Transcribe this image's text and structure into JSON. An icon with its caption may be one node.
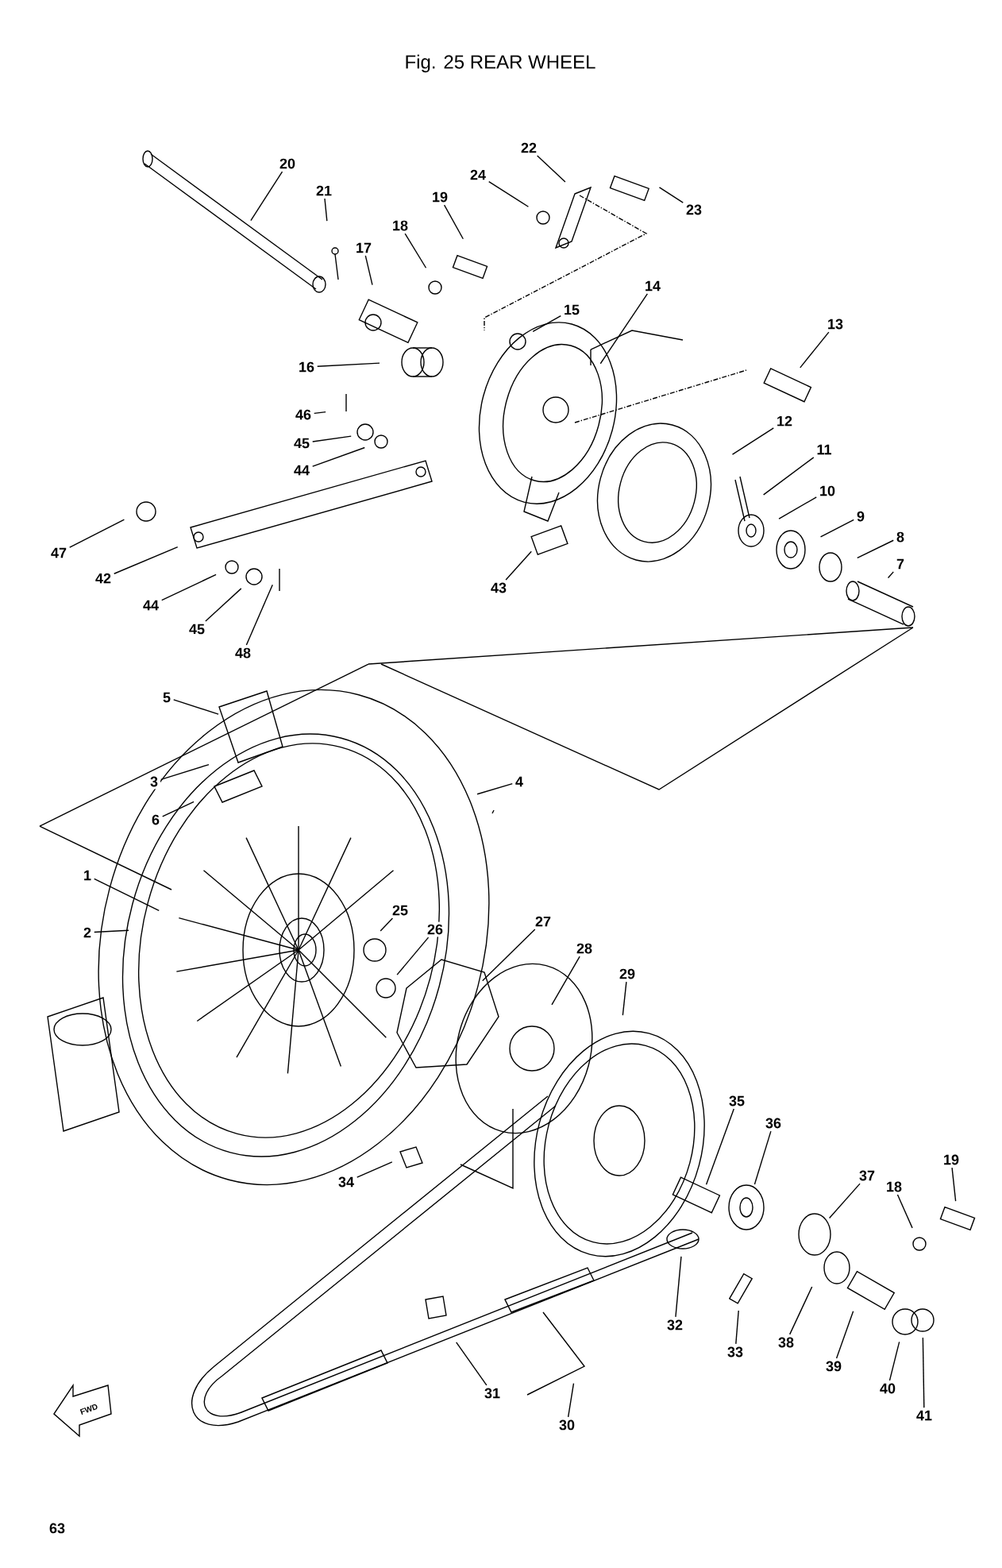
{
  "diagram": {
    "title": "Fig. 25 REAR WHEEL",
    "nodes": [
      {
        "text": [
          "20"
        ]
      },
      {
        "text": [
          "21"
        ]
      },
      {
        "text": [
          "17"
        ]
      },
      {
        "text": [
          "18"
        ]
      },
      {
        "text": [
          "19"
        ]
      },
      {
        "text": [
          "22"
        ]
      },
      {
        "text": [
          "24"
        ]
      },
      {
        "text": [
          "23"
        ]
      },
      {
        "text": [
          "15"
        ]
      },
      {
        "text": [
          "14"
        ]
      },
      {
        "text": [
          "13"
        ]
      },
      {
        "text": [
          "16"
        ]
      },
      {
        "text": [
          "46"
        ]
      },
      {
        "text": [
          "45"
        ]
      },
      {
        "text": [
          "44"
        ]
      },
      {
        "text": [
          "12"
        ]
      },
      {
        "text": [
          "11"
        ]
      },
      {
        "text": [
          "10"
        ]
      },
      {
        "text": [
          "9"
        ]
      },
      {
        "text": [
          "8"
        ]
      },
      {
        "text": [
          "7"
        ]
      },
      {
        "text": [
          "47"
        ]
      },
      {
        "text": [
          "42"
        ]
      },
      {
        "text": [
          "43"
        ]
      },
      {
        "text": [
          "44"
        ]
      },
      {
        "text": [
          "45"
        ]
      },
      {
        "text": [
          "48"
        ]
      },
      {
        "text": [
          "5"
        ]
      },
      {
        "text": [
          "3"
        ]
      },
      {
        "text": [
          "6"
        ]
      },
      {
        "text": [
          "4"
        ]
      },
      {
        "text": [
          "1"
        ]
      },
      {
        "text": [
          "2"
        ]
      },
      {
        "text": [
          "25"
        ]
      },
      {
        "text": [
          "26"
        ]
      },
      {
        "text": [
          "27"
        ]
      },
      {
        "text": [
          "28"
        ]
      },
      {
        "text": [
          "29"
        ]
      },
      {
        "text": [
          "35"
        ]
      },
      {
        "text": [
          "36"
        ]
      },
      {
        "text": [
          "34"
        ]
      },
      {
        "text": [
          "37"
        ]
      },
      {
        "text": [
          "18"
        ]
      },
      {
        "text": [
          "19"
        ]
      },
      {
        "text": [
          "32"
        ]
      },
      {
        "text": [
          "33"
        ]
      },
      {
        "text": [
          "38"
        ]
      },
      {
        "text": [
          "39"
        ]
      },
      {
        "text": [
          "40"
        ]
      },
      {
        "text": [
          "41"
        ]
      },
      {
        "text": [
          "31"
        ]
      },
      {
        "text": [
          "30"
        ]
      }
    ],
    "edges": [
      {
        "from": 0,
        "to": null,
        "arrow": "none"
      },
      {
        "from": 1,
        "to": null,
        "arrow": "none"
      },
      {
        "from": 2,
        "to": null,
        "arrow": "none"
      },
      {
        "from": 3,
        "to": null,
        "arrow": "none"
      },
      {
        "from": 4,
        "to": null,
        "arrow": "none"
      },
      {
        "from": 5,
        "to": null,
        "arrow": "none"
      },
      {
        "from": 6,
        "to": null,
        "arrow": "none"
      },
      {
        "from": 7,
        "to": null,
        "arrow": "none"
      },
      {
        "from": 8,
        "to": null,
        "arrow": "none"
      },
      {
        "from": 9,
        "to": null,
        "arrow": "none"
      },
      {
        "from": 10,
        "to": null,
        "arrow": "none"
      },
      {
        "from": 11,
        "to": null,
        "arrow": "none"
      },
      {
        "from": 12,
        "to": null,
        "arrow": "none"
      },
      {
        "from": 13,
        "to": null,
        "arrow": "none"
      },
      {
        "from": 14,
        "to": null,
        "arrow": "none"
      },
      {
        "from": 15,
        "to": null,
        "arrow": "none"
      },
      {
        "from": 16,
        "to": null,
        "arrow": "none"
      },
      {
        "from": 17,
        "to": null,
        "arrow": "none"
      },
      {
        "from": 18,
        "to": null,
        "arrow": "none"
      },
      {
        "from": 19,
        "to": null,
        "arrow": "none"
      },
      {
        "from": 20,
        "to": null,
        "arrow": "none"
      },
      {
        "from": 21,
        "to": null,
        "arrow": "none"
      },
      {
        "from": 22,
        "to": null,
        "arrow": "none"
      },
      {
        "from": 23,
        "to": null,
        "arrow": "none"
      },
      {
        "from": 24,
        "to": null,
        "arrow": "none"
      },
      {
        "from": 25,
        "to": null,
        "arrow": "none"
      },
      {
        "from": 26,
        "to": null,
        "arrow": "none"
      },
      {
        "from": 27,
        "to": null,
        "arrow": "none"
      },
      {
        "from": 28,
        "to": null,
        "arrow": "none"
      },
      {
        "from": 29,
        "to": null,
        "arrow": "none"
      },
      {
        "from": 30,
        "to": null,
        "arrow": "none"
      },
      {
        "from": 31,
        "to": null,
        "arrow": "none"
      },
      {
        "from": 32,
        "to": null,
        "arrow": "none"
      },
      {
        "from": 33,
        "to": null,
        "arrow": "none"
      },
      {
        "from": 34,
        "to": null,
        "arrow": "none"
      },
      {
        "from": 35,
        "to": null,
        "arrow": "none"
      },
      {
        "from": 36,
        "to": null,
        "arrow": "none"
      },
      {
        "from": 37,
        "to": null,
        "arrow": "none"
      },
      {
        "from": 38,
        "to": null,
        "arrow": "none"
      },
      {
        "from": 39,
        "to": null,
        "arrow": "none"
      },
      {
        "from": 40,
        "to": null,
        "arrow": "none"
      },
      {
        "from": 41,
        "to": null,
        "arrow": "none"
      },
      {
        "from": 42,
        "to": null,
        "arrow": "none"
      },
      {
        "from": 43,
        "to": null,
        "arrow": "none"
      },
      {
        "from": 44,
        "to": null,
        "arrow": "none"
      },
      {
        "from": 45,
        "to": null,
        "arrow": "none"
      },
      {
        "from": 46,
        "to": null,
        "arrow": "none"
      },
      {
        "from": 47,
        "to": null,
        "arrow": "none"
      },
      {
        "from": 48,
        "to": null,
        "arrow": "none"
      },
      {
        "from": 49,
        "to": null,
        "arrow": "none"
      },
      {
        "from": 50,
        "to": null,
        "arrow": "none"
      },
      {
        "from": 51,
        "to": null,
        "arrow": "none"
      }
    ],
    "labels": [
      "FWD",
      "63"
    ]
  }
}
